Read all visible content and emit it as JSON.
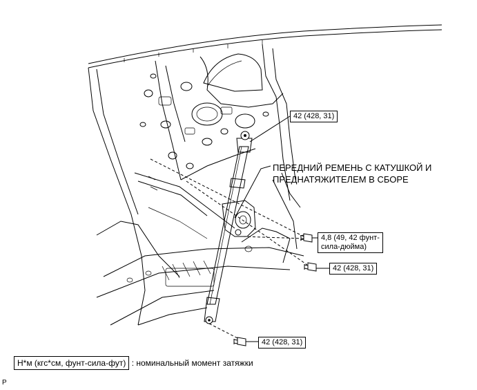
{
  "labels": {
    "upper_anchor_torque": "42 (428, 31)",
    "assembly_name_line1": "ПЕРЕДНИЙ РЕМЕНЬ С КАТУШКОЙ И",
    "assembly_name_line2": "ПРЕДНАТЯЖИТЕЛЕМ В СБОРЕ",
    "retractor_torque_line1": "4,8 (49, 42 фунт-",
    "retractor_torque_line2": "сила-дюйма)",
    "middle_bolt_torque": "42 (428, 31)",
    "lower_anchor_torque": "42 (428, 31)"
  },
  "legend": {
    "unit_box": "Н*м (кгс*см, фунт-сила-фут)",
    "description": ": номинальный момент затяжки"
  },
  "corner_mark": "P"
}
